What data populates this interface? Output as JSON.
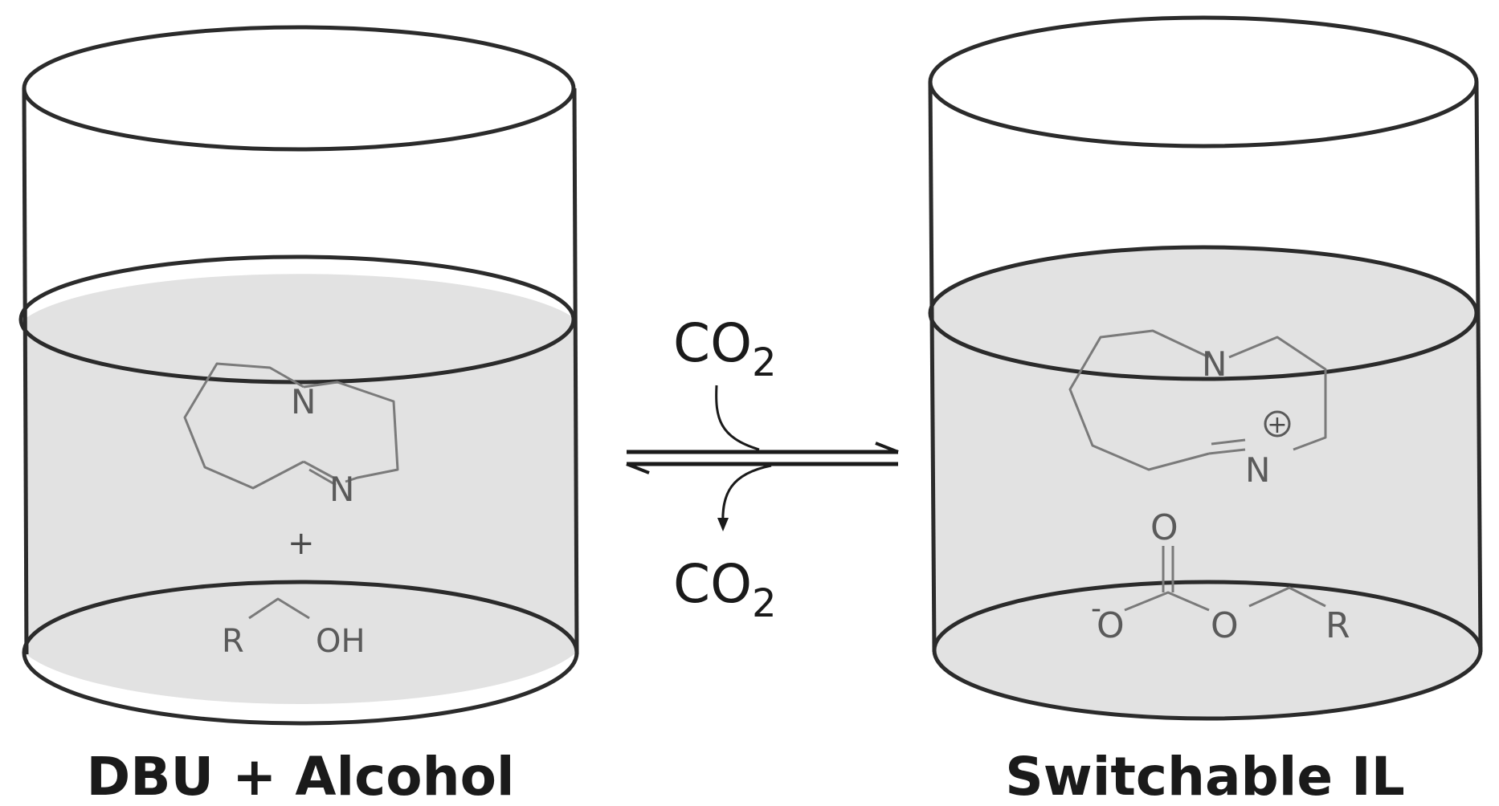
{
  "left_beaker": {
    "label": "DBU + Alcohol",
    "dbu_atoms": {
      "n1": "N",
      "n2": "N"
    },
    "plus_sign": "+",
    "alcohol_atoms": {
      "r": "R",
      "oh": "OH"
    }
  },
  "equilibrium": {
    "top_reagent": {
      "base": "CO",
      "sub": "2"
    },
    "bottom_product": {
      "base": "CO",
      "sub": "2"
    }
  },
  "right_beaker": {
    "label": "Switchable IL",
    "dbuh_atoms": {
      "n1": "N",
      "n2": "N",
      "charge": "+"
    },
    "carbonate_atoms": {
      "o_top": "O",
      "o_neg_charge": "-",
      "o_neg": "O",
      "o_ester": "O",
      "r": "R"
    }
  },
  "colors": {
    "liquid": "#e2e2e2",
    "surface": "#c8c8c8",
    "outline": "#2b2b2b",
    "structure": "#7a7a7a"
  }
}
